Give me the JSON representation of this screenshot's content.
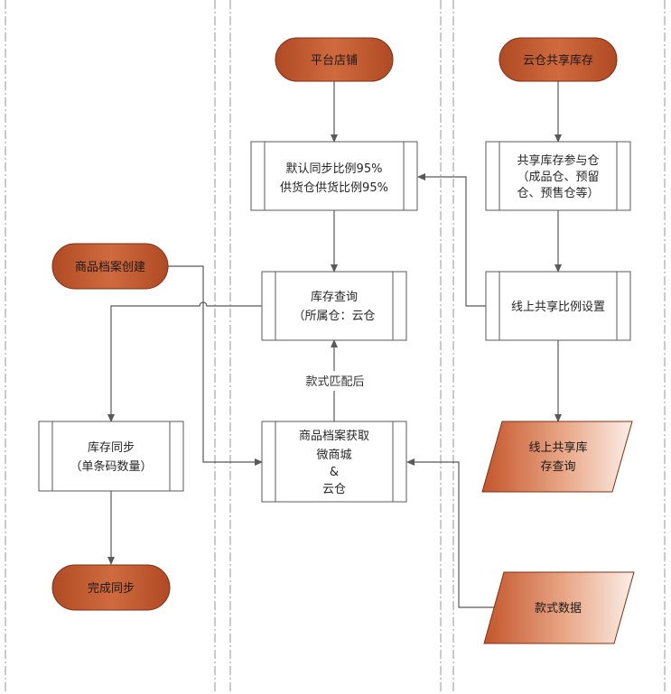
{
  "colors": {
    "terminal_fill_dark": "#b8512a",
    "terminal_fill_light": "#e1845a",
    "connector": "#595959",
    "lane_divider": "#a6a6a6"
  },
  "nodes": {
    "platform_store": "平台店铺",
    "cloud_shared_inventory": "云仓共享库存",
    "sync_ratio": [
      "默认同步比例95%",
      "供货仓供货比例95%"
    ],
    "shared_inventory_warehouses": [
      "共享库存参与仓",
      "（成品仓、预留",
      "仓、预售仓等）"
    ],
    "product_archive_create": "商品档案创建",
    "inventory_query": [
      "库存查询",
      "（所属仓：云仓"
    ],
    "online_shared_ratio_setting": "线上共享比例设置",
    "online_shared_inventory_query": [
      "线上共享库",
      "存查询"
    ],
    "product_archive_fetch": [
      "商品档案获取",
      "微商城",
      "&",
      "云仓"
    ],
    "inventory_sync": [
      "库存同步",
      "（单条码数量）"
    ],
    "complete_sync": "完成同步",
    "style_data": "款式数据"
  },
  "edge_labels": {
    "after_style_match": "款式匹配后"
  }
}
